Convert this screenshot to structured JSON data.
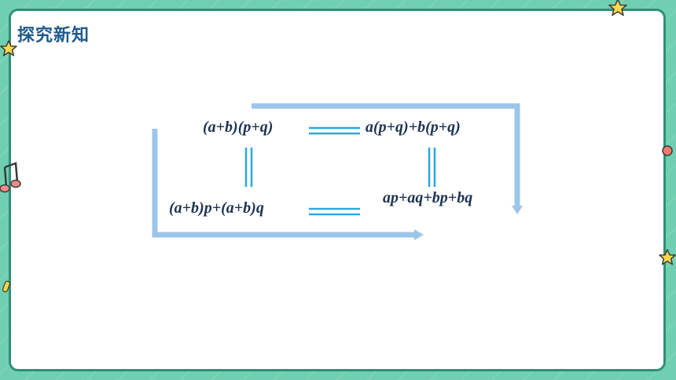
{
  "header": {
    "title": "探究新知"
  },
  "diagram": {
    "expr_top_left": "(a+b)(p+q)",
    "expr_top_right": "a(p+q)+b(p+q)",
    "expr_bottom_left": "(a+b)p+(a+b)q",
    "expr_bottom_right": "ap+aq+bp+bq"
  },
  "colors": {
    "arrow": "#9cc5ea",
    "equal_sign": "#29a9e0",
    "text": "#1c3355",
    "title": "#1e5a8c",
    "frame": "#6fcfb0"
  },
  "icons": [
    "star-icon",
    "music-note-icon"
  ]
}
